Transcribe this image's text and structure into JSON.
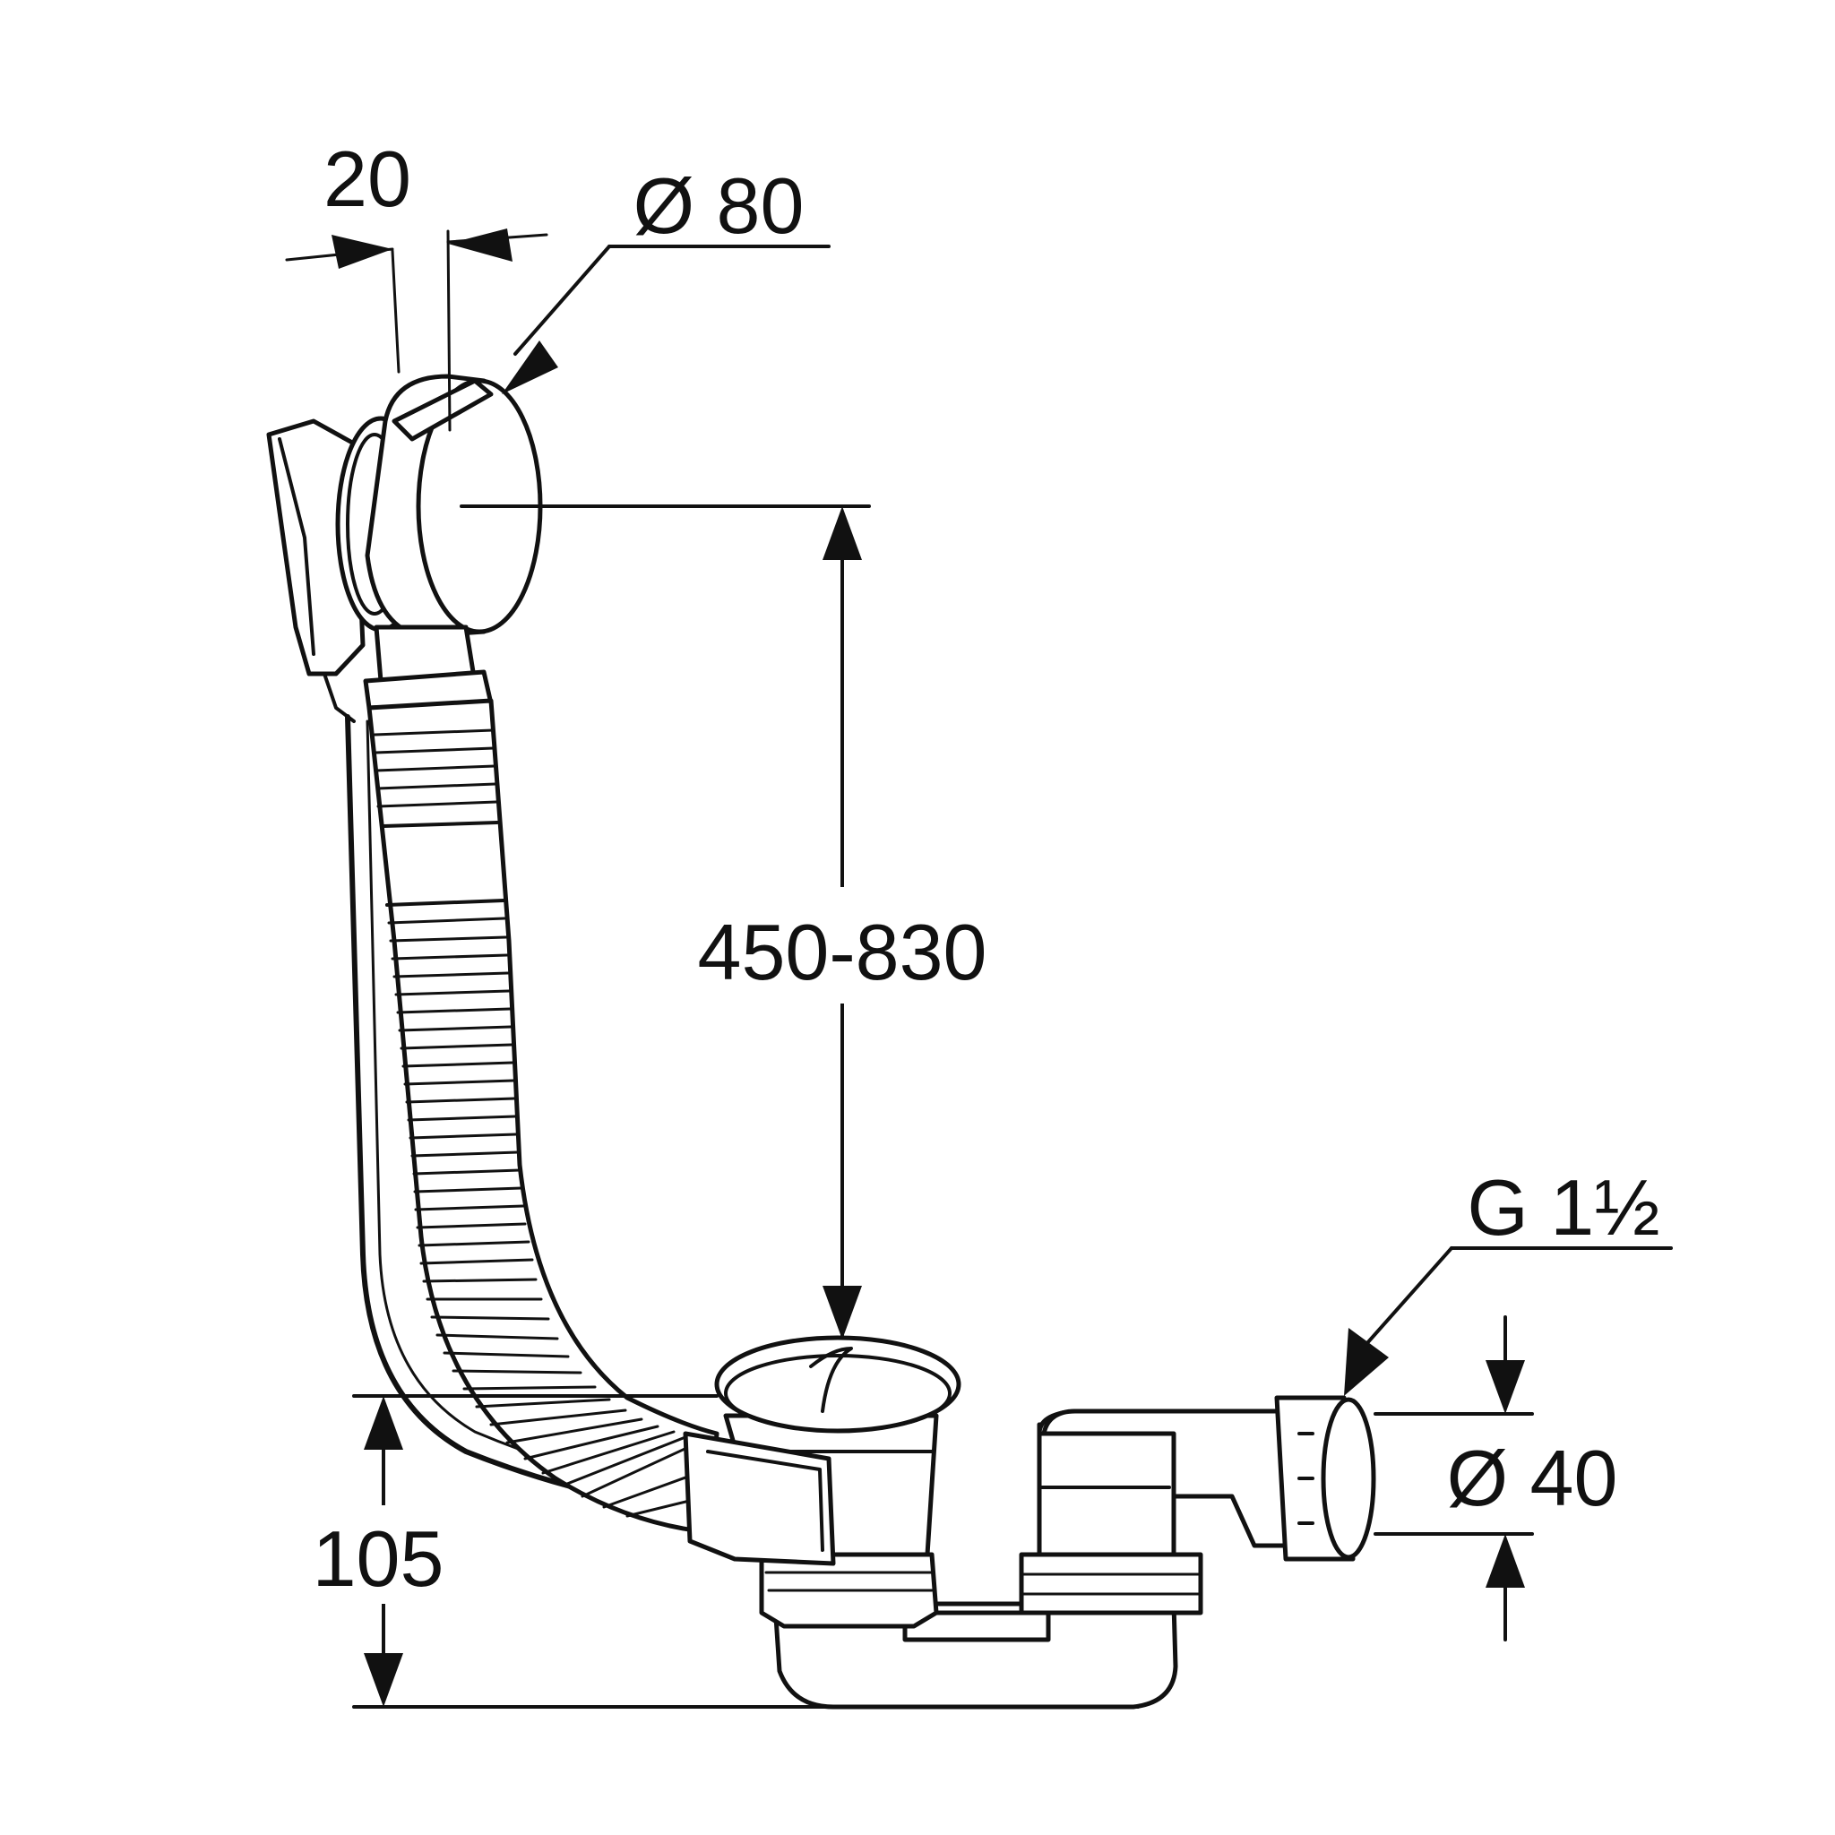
{
  "drawing": {
    "labels": {
      "width_20": "20",
      "dia_80": "Ø 80",
      "height_range": "450-830",
      "height_105": "105",
      "thread": "G 1½",
      "dia_40": "Ø 40"
    },
    "colors": {
      "line": "#111111",
      "background": "#ffffff"
    }
  }
}
